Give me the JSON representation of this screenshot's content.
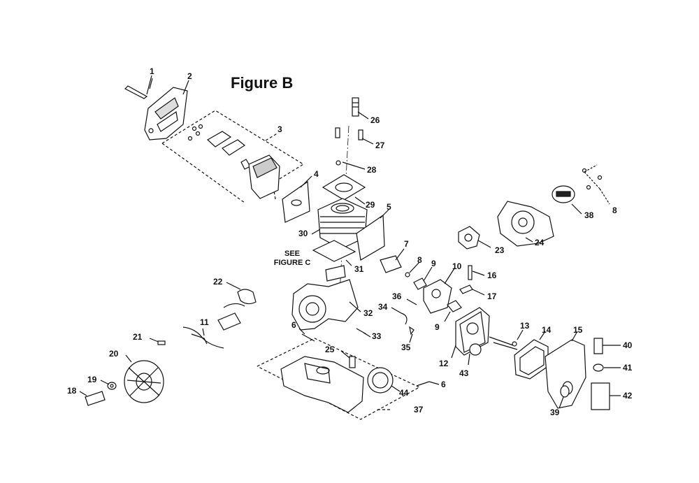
{
  "figure": {
    "title": "Figure B",
    "see_note_line1": "SEE",
    "see_note_line2": "FIGURE C"
  },
  "colors": {
    "ink": "#111111",
    "paper": "#ffffff"
  },
  "callouts": [
    {
      "id": "c1",
      "label": "1"
    },
    {
      "id": "c2",
      "label": "2"
    },
    {
      "id": "c3",
      "label": "3"
    },
    {
      "id": "c4",
      "label": "4"
    },
    {
      "id": "c5",
      "label": "5"
    },
    {
      "id": "c6a",
      "label": "6"
    },
    {
      "id": "c6b",
      "label": "6"
    },
    {
      "id": "c7",
      "label": "7"
    },
    {
      "id": "c8a",
      "label": "8"
    },
    {
      "id": "c8b",
      "label": "8"
    },
    {
      "id": "c9a",
      "label": "9"
    },
    {
      "id": "c9b",
      "label": "9"
    },
    {
      "id": "c10",
      "label": "10"
    },
    {
      "id": "c11",
      "label": "11"
    },
    {
      "id": "c12",
      "label": "12"
    },
    {
      "id": "c13",
      "label": "13"
    },
    {
      "id": "c14",
      "label": "14"
    },
    {
      "id": "c15",
      "label": "15"
    },
    {
      "id": "c16",
      "label": "16"
    },
    {
      "id": "c17",
      "label": "17"
    },
    {
      "id": "c18",
      "label": "18"
    },
    {
      "id": "c19",
      "label": "19"
    },
    {
      "id": "c20",
      "label": "20"
    },
    {
      "id": "c21",
      "label": "21"
    },
    {
      "id": "c22",
      "label": "22"
    },
    {
      "id": "c23",
      "label": "23"
    },
    {
      "id": "c24",
      "label": "24"
    },
    {
      "id": "c25",
      "label": "25"
    },
    {
      "id": "c26",
      "label": "26"
    },
    {
      "id": "c27",
      "label": "27"
    },
    {
      "id": "c28",
      "label": "28"
    },
    {
      "id": "c29",
      "label": "29"
    },
    {
      "id": "c30",
      "label": "30"
    },
    {
      "id": "c31",
      "label": "31"
    },
    {
      "id": "c32",
      "label": "32"
    },
    {
      "id": "c33",
      "label": "33"
    },
    {
      "id": "c34",
      "label": "34"
    },
    {
      "id": "c35",
      "label": "35"
    },
    {
      "id": "c36",
      "label": "36"
    },
    {
      "id": "c37",
      "label": "37"
    },
    {
      "id": "c38",
      "label": "38"
    },
    {
      "id": "c39",
      "label": "39"
    },
    {
      "id": "c40",
      "label": "40"
    },
    {
      "id": "c41",
      "label": "41"
    },
    {
      "id": "c42",
      "label": "42"
    },
    {
      "id": "c43",
      "label": "43"
    },
    {
      "id": "c44",
      "label": "44"
    }
  ]
}
